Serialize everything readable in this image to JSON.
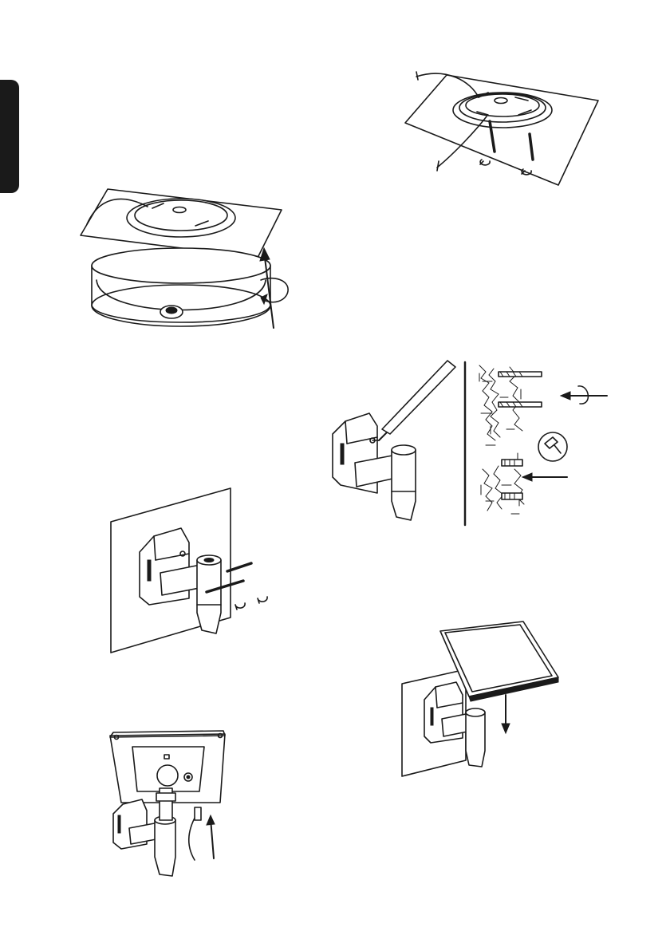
{
  "document": {
    "page_tab_color": "#1a1a1a",
    "line_color": "#1a1a1a",
    "background": "#ffffff"
  },
  "figures": [
    {
      "id": "ceiling-plate-screw",
      "icon": "ceiling-mount-screws-figure"
    },
    {
      "id": "ceiling-lamp-attach",
      "icon": "ceiling-lamp-rotate-figure"
    },
    {
      "id": "mark-drill-holes",
      "icon": "bracket-mark-and-drill-figure"
    },
    {
      "id": "wall-bracket-screw",
      "icon": "wall-bracket-screws-figure"
    },
    {
      "id": "solar-panel-mount",
      "icon": "solar-panel-slide-figure"
    },
    {
      "id": "panel-cable-connect",
      "icon": "panel-cable-connect-figure"
    }
  ]
}
